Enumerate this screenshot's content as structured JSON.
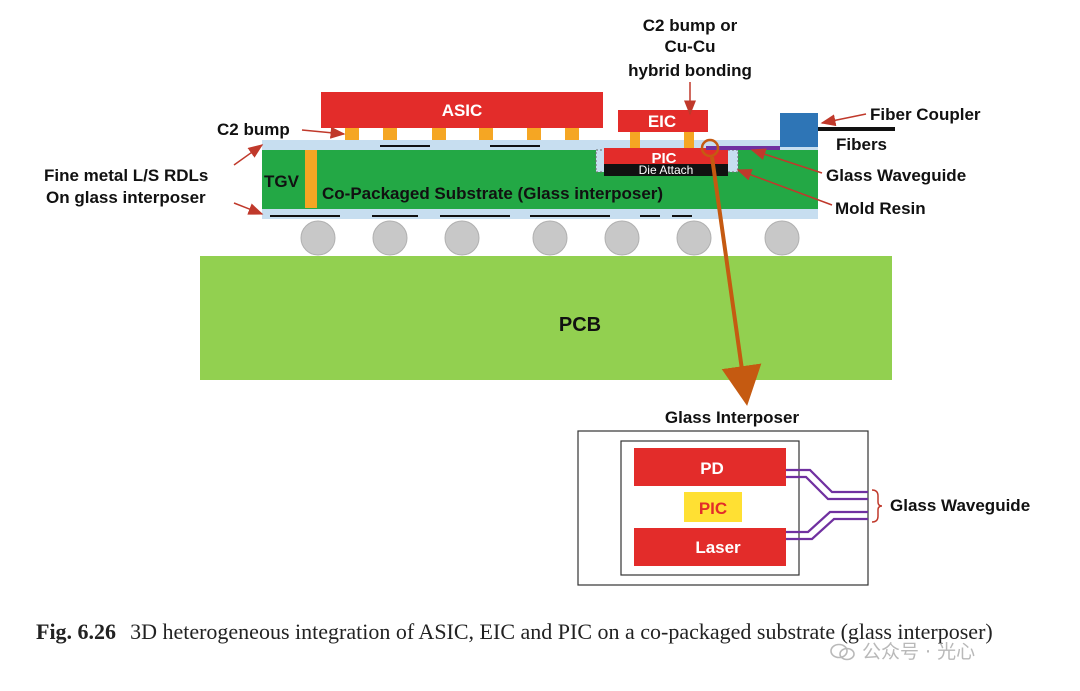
{
  "labels": {
    "asic": "ASIC",
    "eic": "EIC",
    "pic": "PIC",
    "tgv": "TGV",
    "substrate": "Co-Packaged Substrate (Glass interposer)",
    "die_attach": "Die Attach",
    "pcb": "PCB",
    "c2_bump": "C2 bump",
    "c2_bump_or_line1": "C2 bump or",
    "c2_bump_or_line2": "Cu-Cu",
    "c2_bump_or_line3": "hybrid bonding",
    "fine_metal_line1": "Fine metal L/S RDLs",
    "fine_metal_line2": "On glass interposer",
    "fiber_coupler": "Fiber Coupler",
    "fibers": "Fibers",
    "glass_waveguide": "Glass Waveguide",
    "mold_resin": "Mold Resin"
  },
  "inset": {
    "title": "Glass Interposer",
    "pd": "PD",
    "pic": "PIC",
    "laser": "Laser",
    "waveguide_label": "Glass Waveguide"
  },
  "caption": {
    "figure_number": "Fig. 6.26",
    "text": "3D heterogeneous integration of ASIC, EIC and PIC on a co-packaged substrate (glass interposer)"
  },
  "watermark": "公众号 · 光心",
  "colors": {
    "red": "#e32c2a",
    "green": "#23a845",
    "pcb_green": "#92d050",
    "bump_orange": "#f5a623",
    "light_blue": "#c7def0",
    "coupler_blue": "#2e75b6",
    "waveguide_purple": "#7030a0",
    "ball_grey": "#c8c8c8",
    "pic_yellow": "#ffe033",
    "pointer_brown": "#c55a11"
  }
}
